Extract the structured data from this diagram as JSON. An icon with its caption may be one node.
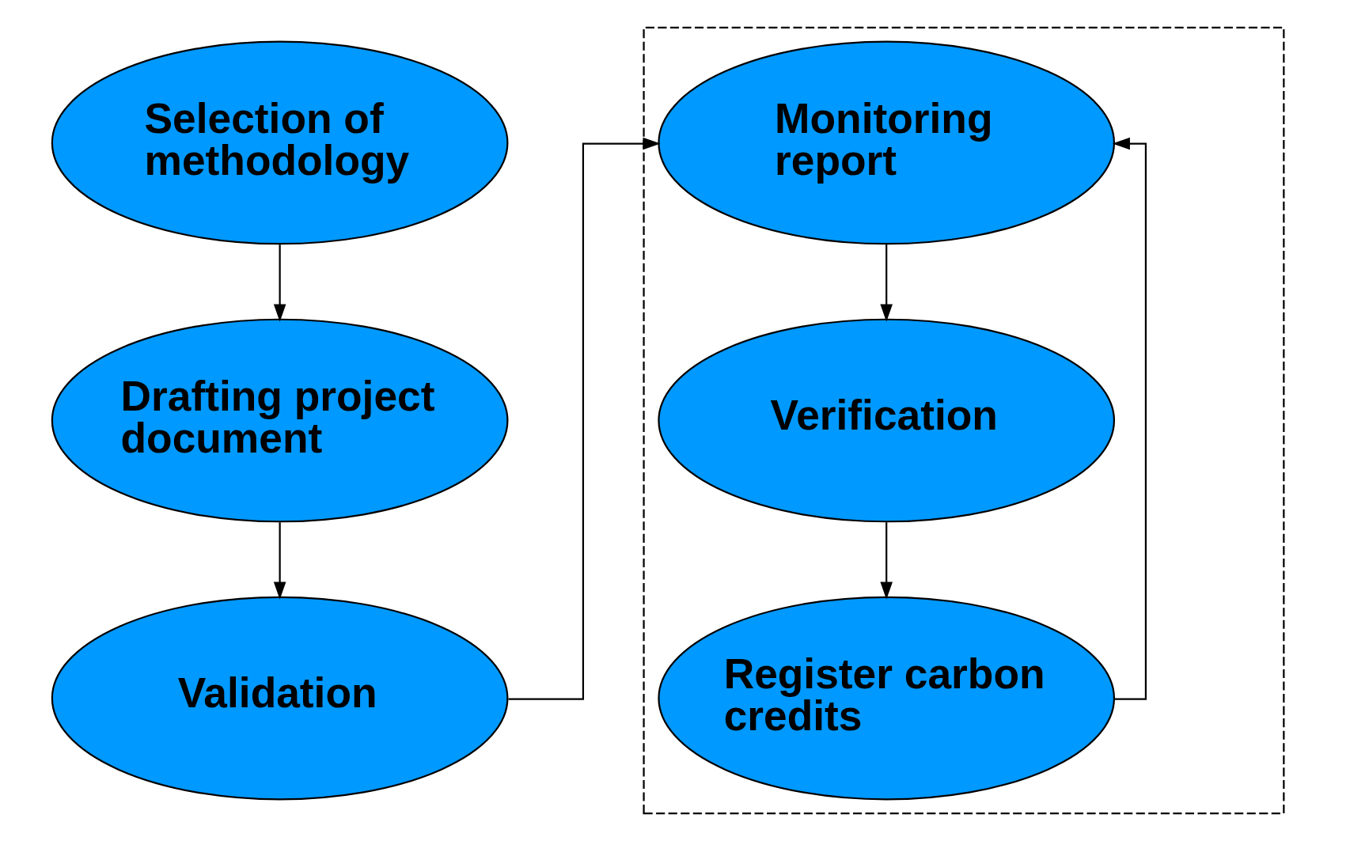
{
  "diagram": {
    "nodes": [
      {
        "text": [
          "Selection of methodology"
        ]
      },
      {
        "text": [
          "Drafting project document"
        ]
      },
      {
        "text": [
          "Validation"
        ]
      },
      {
        "text": [],
        "shape": "box"
      },
      {
        "text": [
          "Monitoring report"
        ],
        "in": 3
      },
      {
        "text": [
          "Verification"
        ],
        "in": 3
      },
      {
        "text": [
          "Register carbon credits"
        ],
        "in": 3
      }
    ],
    "edges": [
      {
        "from": 0,
        "to": 1,
        "arrow": "to"
      },
      {
        "from": 1,
        "to": 2,
        "arrow": "to"
      },
      {
        "from": 2,
        "to": 4,
        "arrow": "to"
      },
      {
        "from": 4,
        "to": 5,
        "arrow": "to"
      },
      {
        "from": 5,
        "to": 6,
        "arrow": "to"
      },
      {
        "from": 6,
        "to": 4,
        "arrow": "to"
      }
    ]
  }
}
